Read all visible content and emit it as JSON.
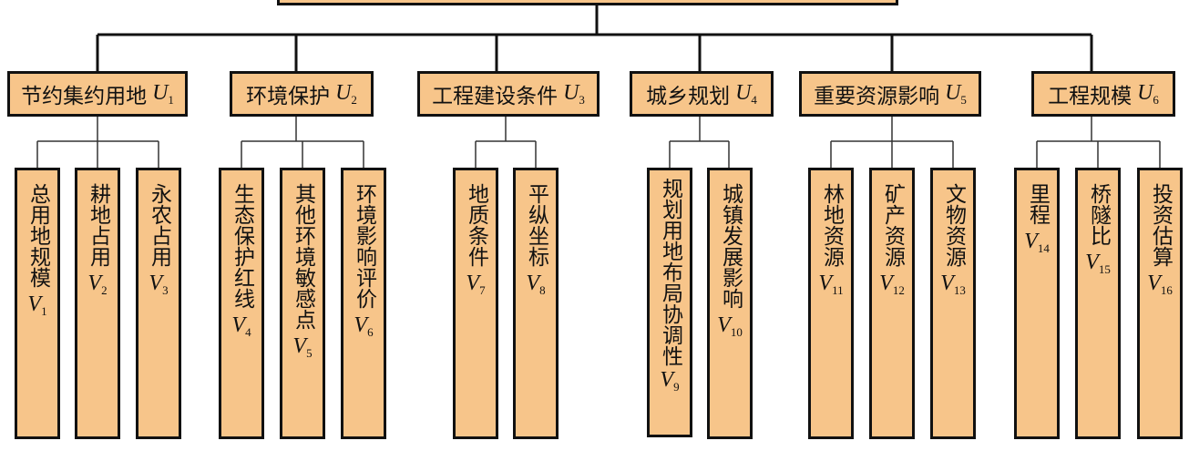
{
  "root": {
    "label": ""
  },
  "categories": [
    {
      "label": "节约集约用地",
      "code": "U",
      "sub": "1"
    },
    {
      "label": "环境保护",
      "code": "U",
      "sub": "2"
    },
    {
      "label": "工程建设条件",
      "code": "U",
      "sub": "3"
    },
    {
      "label": "城乡规划",
      "code": "U",
      "sub": "4"
    },
    {
      "label": "重要资源影响",
      "code": "U",
      "sub": "5"
    },
    {
      "label": "工程规模",
      "code": "U",
      "sub": "6"
    }
  ],
  "indicators": [
    {
      "label": "总用地规模",
      "code": "V",
      "sub": "1"
    },
    {
      "label": "耕地占用",
      "code": "V",
      "sub": "2"
    },
    {
      "label": "永农占用",
      "code": "V",
      "sub": "3"
    },
    {
      "label": "生态保护红线",
      "code": "V",
      "sub": "4"
    },
    {
      "label": "其他环境敏感点",
      "code": "V",
      "sub": "5"
    },
    {
      "label": "环境影响评价",
      "code": "V",
      "sub": "6"
    },
    {
      "label": "地质条件",
      "code": "V",
      "sub": "7"
    },
    {
      "label": "平纵坐标",
      "code": "V",
      "sub": "8"
    },
    {
      "label": "规划用地布局协调性",
      "code": "V",
      "sub": "9"
    },
    {
      "label": "城镇发展影响",
      "code": "V",
      "sub": "10"
    },
    {
      "label": "林地资源",
      "code": "V",
      "sub": "11"
    },
    {
      "label": "矿产资源",
      "code": "V",
      "sub": "12"
    },
    {
      "label": "文物资源",
      "code": "V",
      "sub": "13"
    },
    {
      "label": "里程",
      "code": "V",
      "sub": "14"
    },
    {
      "label": "桥隧比",
      "code": "V",
      "sub": "15"
    },
    {
      "label": "投资估算",
      "code": "V",
      "sub": "16"
    }
  ],
  "colors": {
    "box_fill": "#f7c58a",
    "line": "#111111"
  }
}
